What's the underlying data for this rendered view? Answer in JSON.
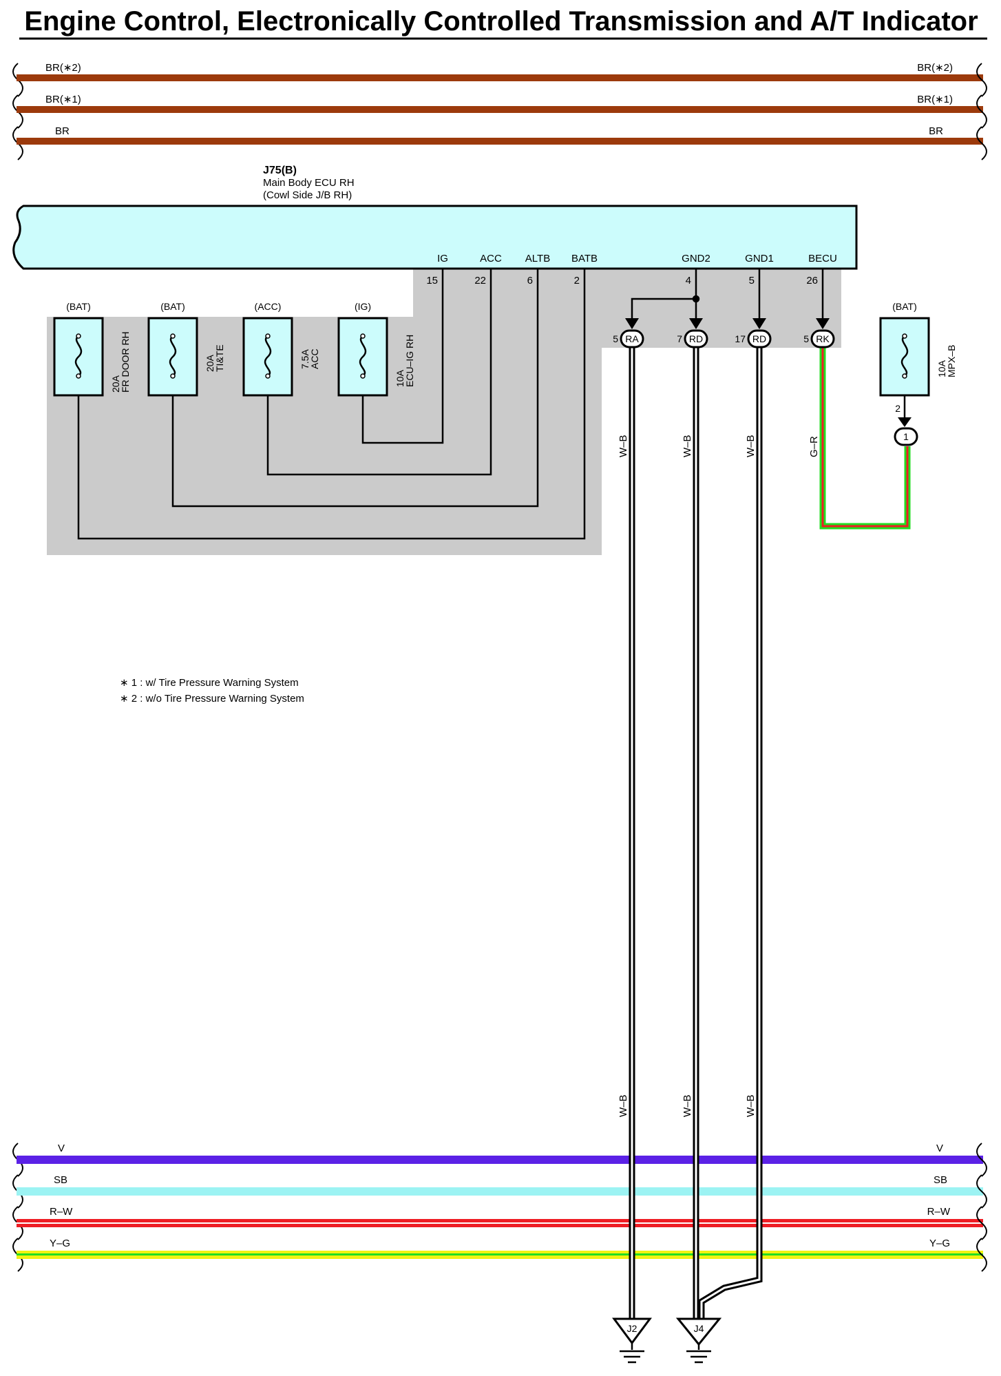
{
  "title": "Engine Control, Electronically Controlled Transmission and A/T Indicator",
  "colors": {
    "brown": "#9c3a0c",
    "ecu_fill": "#ccfcfc",
    "jb_fill": "#cbcbcb",
    "fuse_fill": "#ccfcfc",
    "violet": "#5b21e6",
    "sky": "#9cf3f3",
    "red": "#ee1d24",
    "yellow": "#f2f211",
    "green": "#22dd22"
  },
  "top_wires": [
    {
      "label": "BR(∗2)",
      "color": "brown"
    },
    {
      "label": "BR(∗1)",
      "color": "brown"
    },
    {
      "label": "BR",
      "color": "brown"
    }
  ],
  "ecu": {
    "id": "J75(B)",
    "name": "Main Body ECU RH",
    "location": "(Cowl Side J/B RH)",
    "pins": [
      {
        "name": "IG",
        "number": "15"
      },
      {
        "name": "ACC",
        "number": "22"
      },
      {
        "name": "ALTB",
        "number": "6"
      },
      {
        "name": "BATB",
        "number": "2"
      },
      {
        "name": "GND2",
        "number": "4"
      },
      {
        "name": "GND1",
        "number": "5"
      },
      {
        "name": "BECU",
        "number": "26"
      }
    ]
  },
  "fuses": [
    {
      "source": "(BAT)",
      "rating": "20A",
      "name": "FR DOOR RH"
    },
    {
      "source": "(BAT)",
      "rating": "20A",
      "name": "TI&TE"
    },
    {
      "source": "(ACC)",
      "rating": "7.5A",
      "name": "ACC"
    },
    {
      "source": "(IG)",
      "rating": "10A",
      "name": "ECU–IG RH"
    }
  ],
  "mpx_fuse": {
    "source": "(BAT)",
    "rating": "10A",
    "name": "MPX–B",
    "pin": "2",
    "connector": "1"
  },
  "connectors": [
    {
      "pin": "5",
      "code": "RA"
    },
    {
      "pin": "7",
      "code": "RD"
    },
    {
      "pin": "17",
      "code": "RD"
    },
    {
      "pin": "5",
      "code": "RK"
    }
  ],
  "wire_colors": {
    "ground": "W–B",
    "becu": "G–R"
  },
  "notes": [
    "∗ 1 : w/ Tire Pressure Warning System",
    "∗ 2 : w/o Tire Pressure Warning System"
  ],
  "bottom_wires": [
    {
      "label": "V",
      "color": "violet"
    },
    {
      "label": "SB",
      "color": "sky"
    },
    {
      "label": "R–W",
      "color": "red",
      "stripe": "white"
    },
    {
      "label": "Y–G",
      "color": "yellow",
      "stripe": "green"
    }
  ],
  "grounds": [
    {
      "code": "J2"
    },
    {
      "code": "J4"
    }
  ]
}
